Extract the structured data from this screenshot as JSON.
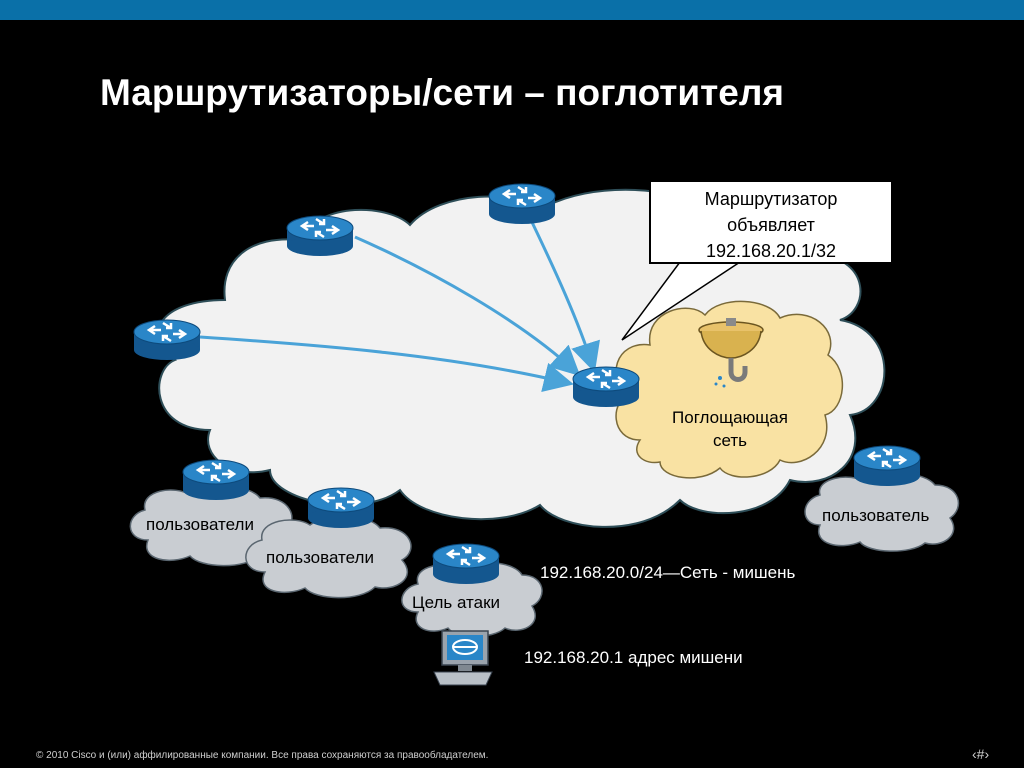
{
  "title": "Маршрутизаторы/сети – поглотителя",
  "callout": {
    "line1": "Маршрутизатор",
    "line2": "объявляет",
    "line3": "192.168.20.1/32"
  },
  "sink": {
    "line1": "Поглощающая",
    "line2": "сеть"
  },
  "clouds": {
    "users_1": "пользователи",
    "users_2": "пользователи",
    "user_right": "пользователь",
    "target": "Цель атаки"
  },
  "network_label": "192.168.20.0/24—Сеть - мишень",
  "host_label": "192.168.20.1 адрес мишени",
  "footer": "© 2010 Cisco и (или) аффилированные компании. Все права сохраняются за правообладателем.",
  "page_number": "‹#›",
  "colors": {
    "top_bar": "#0a70a8",
    "router": "#1e73b6",
    "arrow": "#4aa3d8",
    "cloud_big": "#f2f2f2",
    "cloud_sink": "#f9e2a3",
    "cloud_small": "#c9cdd2"
  }
}
